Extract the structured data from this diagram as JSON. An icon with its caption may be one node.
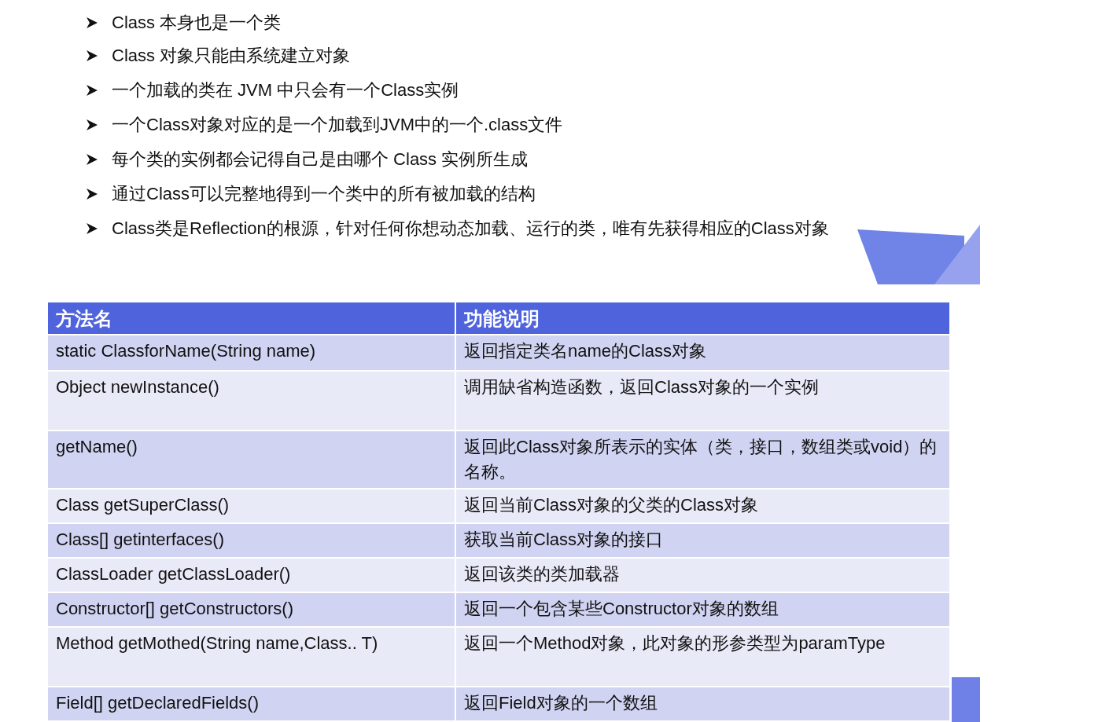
{
  "diagram": {
    "labels": [
      "Class 本身也是一个类",
      "Class 对象只能由系统建立对象",
      "一个加载的类在 JVM 中只会有一个Class实例",
      "一个Class对象对应的是一个加载到JVM中的一个.class文件",
      "每个类的实例都会记得自己是由哪个 Class 实例所生成",
      "通过Class可以完整地得到一个类中的所有被加载的结构",
      "Class类是Reflection的根源，针对任何你想动态加载、运行的类，唯有先获得相应的Class对象",
      "方法名",
      "功能说明",
      "static ClassforName(String name)",
      "返回指定类名name的Class对象",
      "Object newInstance()",
      "调用缺省构造函数，返回Class对象的一个实例",
      "getName()",
      "返回此Class对象所表示的实体（类，接口，数组类或void）的名称。",
      "Class getSuperClass()",
      "返回当前Class对象的父类的Class对象",
      "Class[] getinterfaces()",
      "获取当前Class对象的接口",
      "ClassLoader getClassLoader()",
      "返回该类的类加载器",
      "Constructor[] getConstructors()",
      "返回一个包含某些Constructor对象的数组",
      "Method getMothed(String name,Class..  T)",
      "返回一个Method对象，此对象的形参类型为paramType",
      "Field[] getDeclaredFields()",
      "返回Field对象的一个数组"
    ]
  }
}
